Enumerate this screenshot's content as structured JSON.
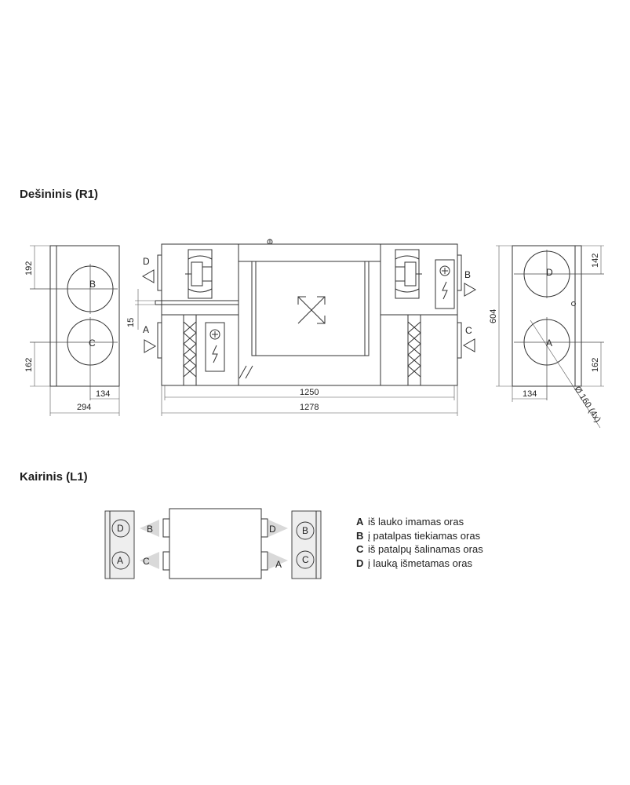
{
  "sections": {
    "right_title": "Dešininis (R1)",
    "left_title": "Kairinis (L1)"
  },
  "dimensions": {
    "d192": "192",
    "d162_left": "162",
    "d134_left": "134",
    "d294": "294",
    "d15": "15",
    "d1250": "1250",
    "d1278": "1278",
    "d142": "142",
    "d604": "604",
    "d162_right": "162",
    "d134_right": "134",
    "diameter": "Ø 160 (4x)"
  },
  "ports": {
    "A": "A",
    "B": "B",
    "C": "C",
    "D": "D"
  },
  "legend": [
    {
      "key": "A",
      "text": "iš lauko imamas oras"
    },
    {
      "key": "B",
      "text": "į patalpas tiekiamas oras"
    },
    {
      "key": "C",
      "text": "iš patalpų šalinamas oras"
    },
    {
      "key": "D",
      "text": "į lauką išmetamas oras"
    }
  ]
}
